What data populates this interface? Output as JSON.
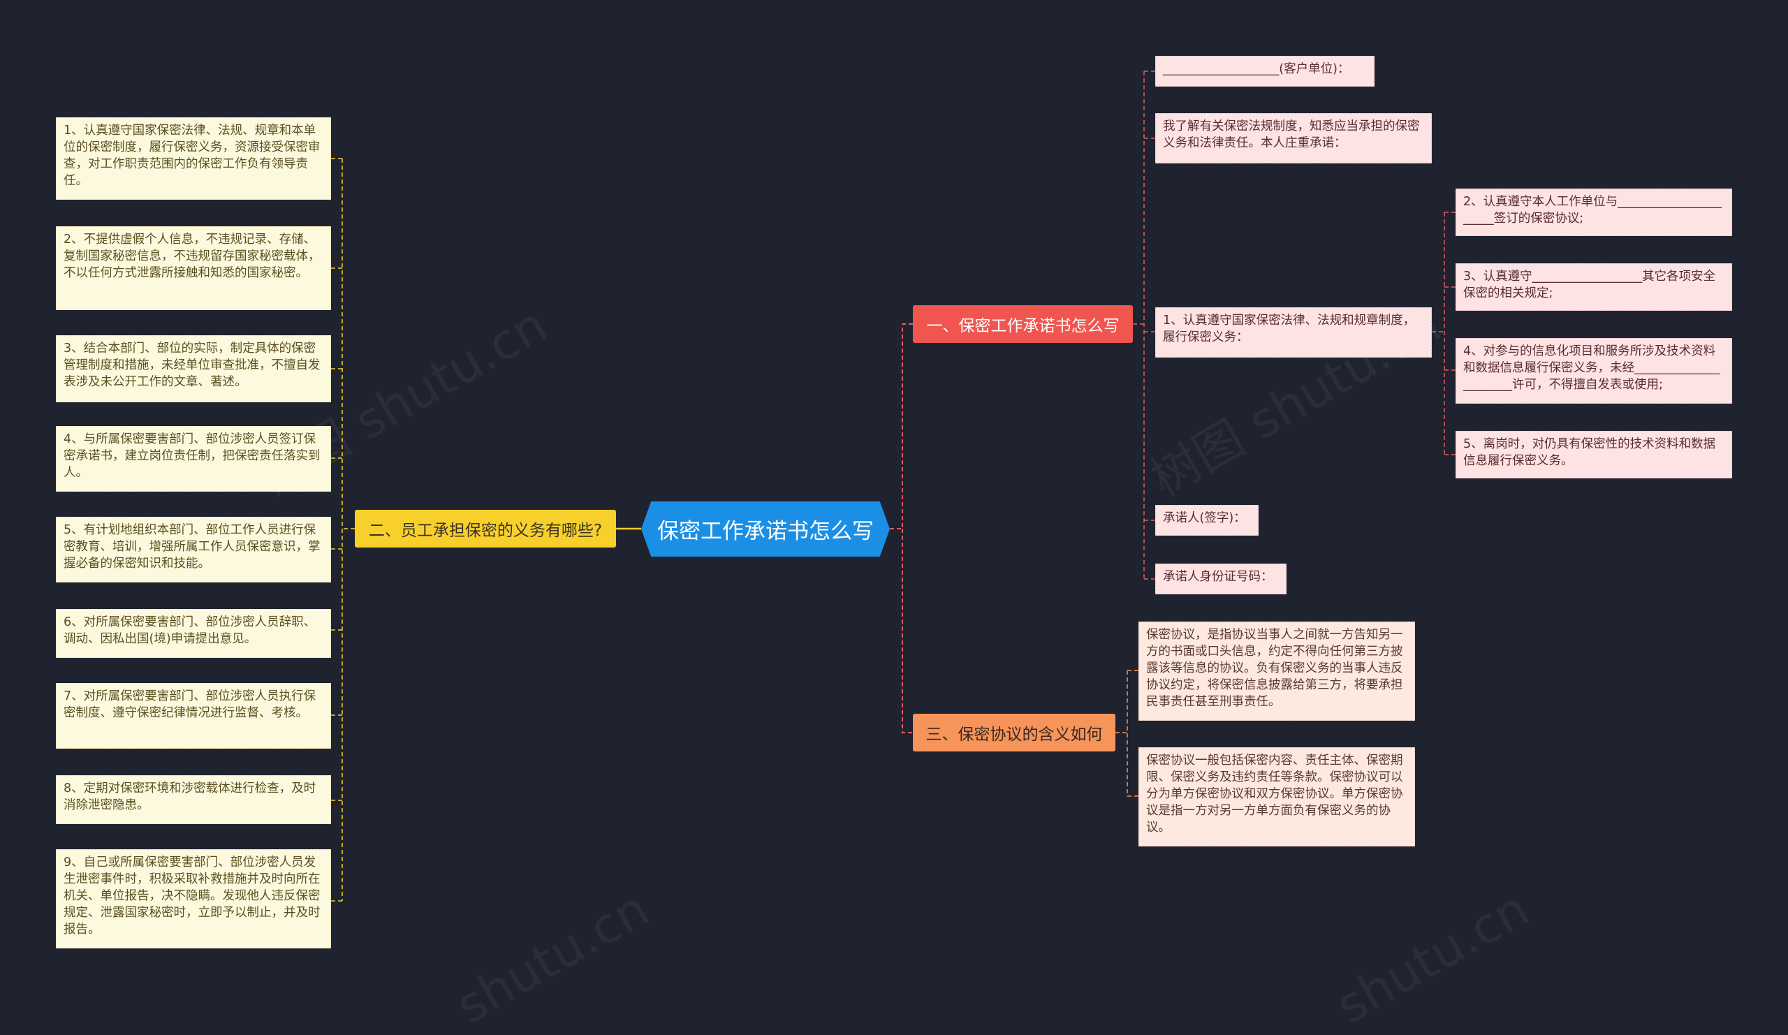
{
  "root": {
    "label": "保密工作承诺书怎么写"
  },
  "branches": {
    "left": {
      "label": "二、员工承担保密的义务有哪些?"
    },
    "right_top": {
      "label": "一、保密工作承诺书怎么写"
    },
    "right_bottom": {
      "label": "三、保密协议的含义如何"
    }
  },
  "left_items": [
    "1、认真遵守国家保密法律、法规、规章和本单位的保密制度，履行保密义务，资源接受保密审查，对工作职责范围内的保密工作负有领导责任。",
    "2、不提供虚假个人信息，不违规记录、存储、复制国家秘密信息，不违规留存国家秘密载体，不以任何方式泄露所接触和知悉的国家秘密。",
    "3、结合本部门、部位的实际，制定具体的保密管理制度和措施，未经单位审查批准，不擅自发表涉及未公开工作的文章、著述。",
    "4、与所属保密要害部门、部位涉密人员签订保密承诺书，建立岗位责任制，把保密责任落实到人。",
    "5、有计划地组织本部门、部位工作人员进行保密教育、培训，增强所属工作人员保密意识，掌握必备的保密知识和技能。",
    "6、对所属保密要害部门、部位涉密人员辞职、调动、因私出国(境)申请提出意见。",
    "7、对所属保密要害部门、部位涉密人员执行保密制度、遵守保密纪律情况进行监督、考核。",
    "8、定期对保密环境和涉密载体进行检查，及时消除泄密隐患。",
    "9、自己或所属保密要害部门、部位涉密人员发生泄密事件时，积极采取补救措施并及时向所在机关、单位报告，决不隐瞒。发现他人违反保密规定、泄露国家秘密时，立即予以制止，并及时报告。"
  ],
  "right_top_items": {
    "client": "___________________(客户单位)：",
    "intro": "我了解有关保密法规制度，知悉应当承担的保密义务和法律责任。本人庄重承诺：",
    "pledge1": "1、认真遵守国家保密法律、法规和规章制度，履行保密义务：",
    "signer": "承诺人(签字)：",
    "idnum": "承诺人身份证号码："
  },
  "sub_items": [
    "2、认真遵守本人工作单位与______________________签订的保密协议;",
    "3、认真遵守__________________其它各项安全保密的相关规定;",
    "4、对参与的信息化项目和服务所涉及技术资料和数据信息履行保密义务，未经______________________许可，不得擅自发表或使用;",
    "5、离岗时，对仍具有保密性的技术资料和数据信息履行保密义务。"
  ],
  "right_bottom_items": [
    "保密协议，是指协议当事人之间就一方告知另一方的书面或口头信息，约定不得向任何第三方披露该等信息的协议。负有保密义务的当事人违反协议约定，将保密信息披露给第三方，将要承担民事责任甚至刑事责任。",
    "保密协议一般包括保密内容、责任主体、保密期限、保密义务及违约责任等条款。保密协议可以分为单方保密协议和双方保密协议。单方保密协议是指一方对另一方单方面负有保密义务的协议。"
  ],
  "watermarks": [
    "树图 shutu.cn",
    "树图 shutu.cn",
    "shutu.cn",
    "shutu.cn"
  ],
  "colors": {
    "background": "#1f2330",
    "root": "#1b8fe6",
    "branch_yellow": "#f8d02c",
    "branch_red": "#f0554f",
    "branch_orange": "#f7945a",
    "link_yellow": "#f8d02c",
    "link_red": "#e8585a",
    "link_orange": "#f7945a"
  }
}
